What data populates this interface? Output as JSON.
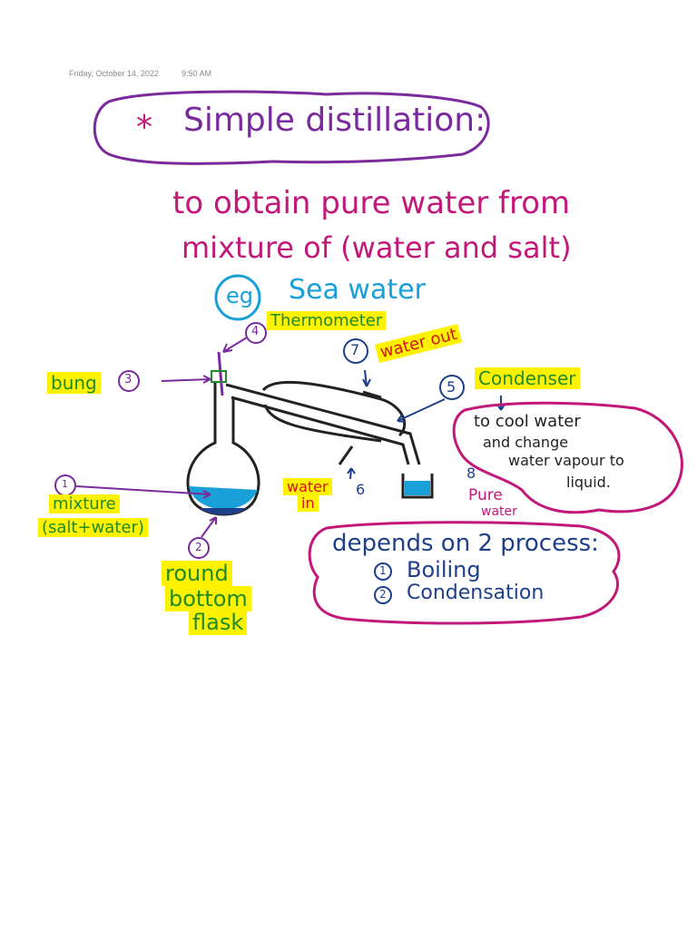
{
  "header": {
    "date": "Friday, October 14, 2022",
    "time": "9:50 AM"
  },
  "title": {
    "star": "*",
    "text": "Simple distillation:"
  },
  "purpose": {
    "line1": "to obtain pure water from",
    "line2": "mixture of (water and salt)"
  },
  "example": {
    "badge": "eg",
    "text": "Sea water"
  },
  "labels": {
    "thermometer": "Thermometer",
    "thermometer_num": "4",
    "water_out": "water out",
    "water_out_num": "7",
    "bung": "bung",
    "bung_num": "3",
    "condenser": "Condenser",
    "condenser_num": "5",
    "condenser_note_1": "to cool water",
    "condenser_note_2": "and change",
    "condenser_note_3": "water vapour to",
    "condenser_note_4": "liquid.",
    "mixture_num": "1",
    "mixture_1": "mixture",
    "mixture_2": "(salt+water)",
    "water_in_1": "water",
    "water_in_2": "in",
    "water_in_num": "6",
    "pure_num": "8",
    "pure_1": "Pure",
    "pure_2": "water",
    "flask_num": "2",
    "flask_1": "round",
    "flask_2": "bottom",
    "flask_3": "flask"
  },
  "process": {
    "heading": "depends on 2 process:",
    "step1_num": "1",
    "step1": "Boiling",
    "step2_num": "2",
    "step2": "Condensation"
  },
  "colors": {
    "purple": "#7a2a9c",
    "magenta": "#c2187a",
    "cyan": "#1aa0d8",
    "navy": "#1e3f8a",
    "green": "#1f8a2a",
    "red": "#d4141a",
    "highlight": "#fff200",
    "black": "#222222"
  }
}
